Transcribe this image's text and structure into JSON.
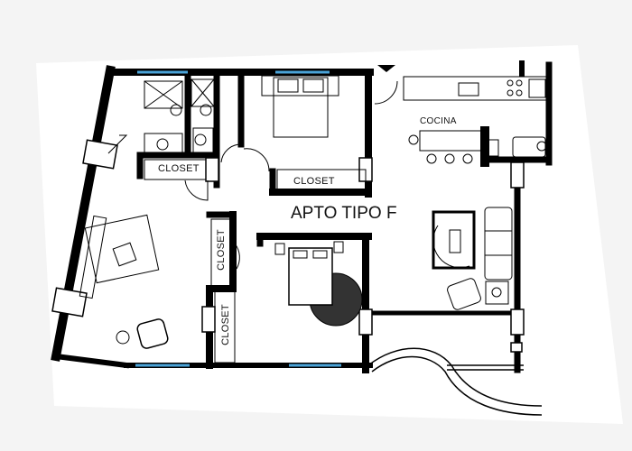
{
  "plan": {
    "title": "APTO TIPO F",
    "rooms": {
      "kitchen": "COCINA",
      "closet_bath": "CLOSET",
      "closet_bedroom1": "CLOSET",
      "closet_hall_upper": "CLOSET",
      "closet_hall_lower": "CLOSET"
    }
  },
  "colors": {
    "wall": "#000000",
    "window": "#4aa3d8",
    "paper": "#ffffff",
    "background": "#f4f4f4"
  }
}
